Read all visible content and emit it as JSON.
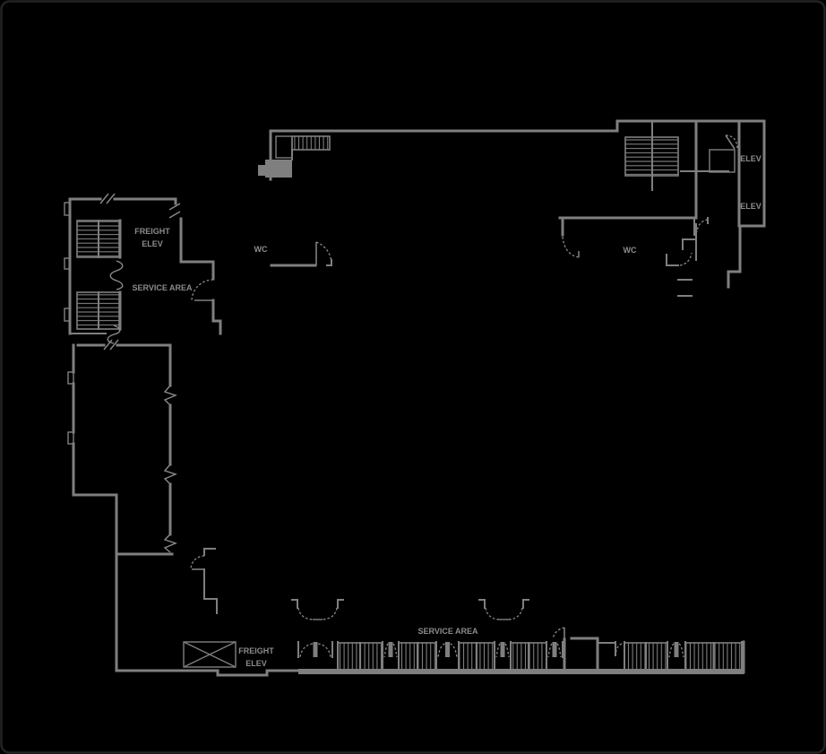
{
  "canvas": {
    "background": "#000000",
    "wall_color": "#7f7f7f",
    "text_color": "#8c8c8c",
    "border_color": "#232323",
    "drawing_type": "architectural floor plan"
  },
  "plan": {
    "upper_left": {
      "freight_elev": {
        "line1": "FREIGHT",
        "line2": "ELEV"
      },
      "service_area": {
        "text": "SERVICE AREA"
      }
    },
    "upper_center": {
      "wc": {
        "text": "WC"
      }
    },
    "upper_right": {
      "wc": {
        "text": "WC"
      },
      "elev_1": {
        "text": "ELEV"
      },
      "elev_2": {
        "text": "ELEV"
      }
    },
    "lower": {
      "service_area": {
        "text": "SERVICE AREA"
      },
      "freight_elev": {
        "line1": "FREIGHT",
        "line2": "ELEV"
      }
    }
  }
}
